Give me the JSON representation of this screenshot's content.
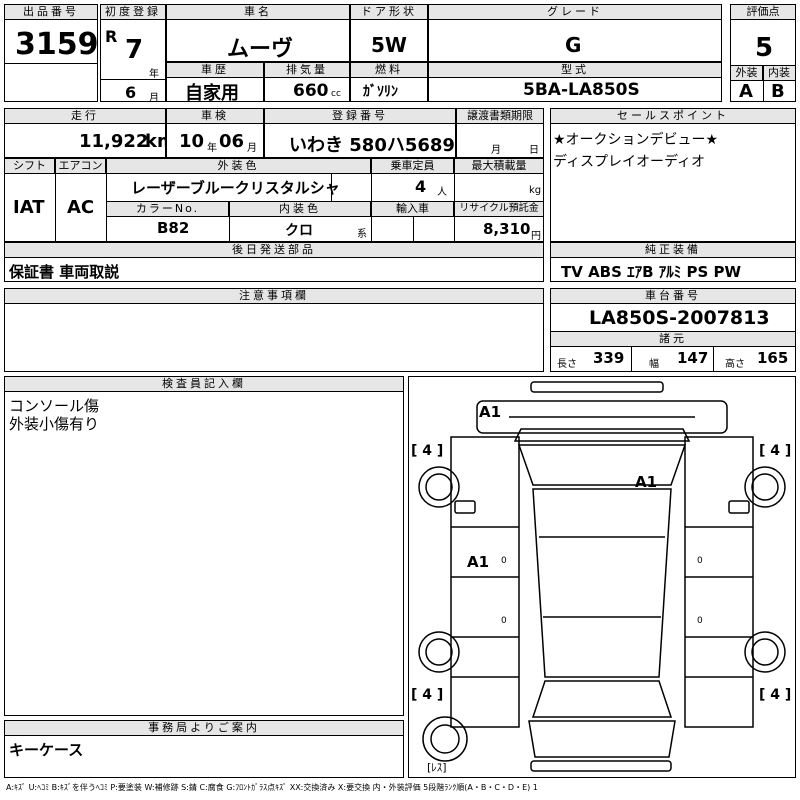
{
  "header": {
    "lot_no_label": "出品番号",
    "lot_no": "3159",
    "first_reg_label": "初度登録",
    "era": "R",
    "reg_year": "7",
    "year_unit": "年",
    "reg_month": "6",
    "month_unit": "月",
    "car_name_label": "車名",
    "car_name": "ムーヴ",
    "door_label": "ドア形状",
    "door": "5W",
    "grade_label": "グレード",
    "grade": "G",
    "score_label": "評価点",
    "score": "5",
    "history_label": "車歴",
    "history": "自家用",
    "displacement_label": "排気量",
    "displacement": "660",
    "displacement_unit": "cc",
    "fuel_label": "燃料",
    "fuel": "ｶﾞｿﾘﾝ",
    "model_label": "型式",
    "model": "5BA-LA850S",
    "ext_label": "外装",
    "ext_grade": "A",
    "int_label": "内装",
    "int_grade": "B"
  },
  "row2": {
    "mileage_label": "走行",
    "mileage": "11,922",
    "mileage_unit": "km",
    "inspection_label": "車検",
    "insp_year": "10",
    "insp_year_unit": "年",
    "insp_month": "06",
    "insp_month_unit": "月",
    "plate_label": "登録番号",
    "plate": "いわき 580ハ5689",
    "transfer_label": "譲渡書類期限",
    "transfer_month_unit": "月",
    "transfer_day_unit": "日",
    "sales_label": "セールスポイント",
    "sales_line1": "★オークションデビュー★",
    "sales_line2": "ディスプレイオーディオ",
    "shift_label": "シフト",
    "shift": "IAT",
    "ac_label": "エアコン",
    "ac": "AC",
    "ext_color_label": "外装色",
    "ext_color": "レーザーブルークリスタルシャ",
    "capacity_label": "乗車定員",
    "capacity": "4",
    "capacity_unit": "人",
    "load_label": "最大積載量",
    "load_unit": "kg",
    "color_no_label": "カラーNo.",
    "color_no": "B82",
    "int_color_label": "内装色",
    "int_color": "クロ",
    "int_color_unit": "系",
    "import_label": "輸入車",
    "recycle_label": "リサイクル預託金",
    "recycle": "8,310",
    "recycle_unit": "円",
    "later_label": "後日発送部品",
    "later": "保証書 車両取説",
    "equip_label": "純正装備",
    "equip": "TV ABS ｴｱB ｱﾙﾐ PS PW"
  },
  "notes": {
    "label": "注意事項欄"
  },
  "chassis": {
    "label": "車台番号",
    "number": "LA850S-2007813",
    "spec_label": "諸元",
    "len_label": "長さ",
    "len": "339",
    "wid_label": "幅",
    "wid": "147",
    "hei_label": "高さ",
    "hei": "165"
  },
  "inspector": {
    "label": "検査員記入欄",
    "line1": "コンソール傷",
    "line2": "外装小傷有り"
  },
  "office": {
    "label": "事務局よりご案内",
    "text": "キーケース"
  },
  "diagram": {
    "marks": [
      "A1",
      "A1",
      "A1"
    ],
    "tire_fl": "[ 4 ]",
    "tire_fr": "[ 4 ]",
    "tire_rl": "[ 4 ]",
    "tire_rr": "[ 4 ]",
    "spare": "[ﾚｽ]",
    "zero": "0"
  },
  "legend": "A:ｷｽﾞ U:ﾍｺﾐ B:ｷｽﾞを伴うﾍｺﾐ P:要塗装 W:補修跡 S:錆 C:腐食 G:ﾌﾛﾝﾄｶﾞﾗｽ点ｷｽﾞ XX:交換済み X:要交換 内・外装評価 5段階ﾗﾝｸ順(A・B・C・D・E) 1"
}
